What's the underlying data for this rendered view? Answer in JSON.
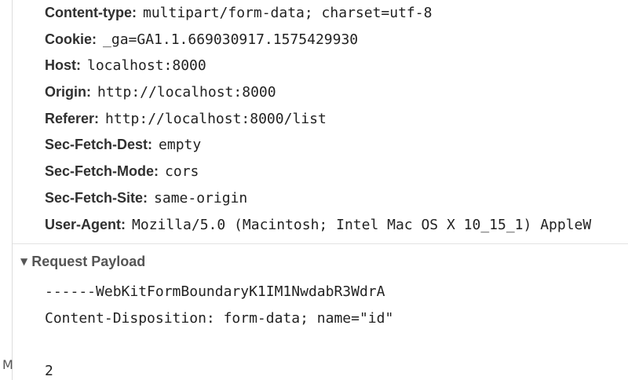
{
  "request_headers": [
    {
      "name": "Content-type:",
      "value": "multipart/form-data; charset=utf-8"
    },
    {
      "name": "Cookie:",
      "value": "_ga=GA1.1.669030917.1575429930"
    },
    {
      "name": "Host:",
      "value": "localhost:8000"
    },
    {
      "name": "Origin:",
      "value": "http://localhost:8000"
    },
    {
      "name": "Referer:",
      "value": "http://localhost:8000/list"
    },
    {
      "name": "Sec-Fetch-Dest:",
      "value": "empty"
    },
    {
      "name": "Sec-Fetch-Mode:",
      "value": "cors"
    },
    {
      "name": "Sec-Fetch-Site:",
      "value": "same-origin"
    },
    {
      "name": "User-Agent:",
      "value": "Mozilla/5.0 (Macintosh; Intel Mac OS X 10_15_1) AppleW"
    }
  ],
  "payload_section": {
    "title": "Request Payload",
    "expanded_icon": "triangle-down-icon",
    "lines": [
      "------WebKitFormBoundaryK1IM1NwdabR3WdrA",
      "Content-Disposition: form-data; name=\"id\"",
      "",
      "2"
    ]
  },
  "gutter": {
    "partial_glyph": "M"
  }
}
